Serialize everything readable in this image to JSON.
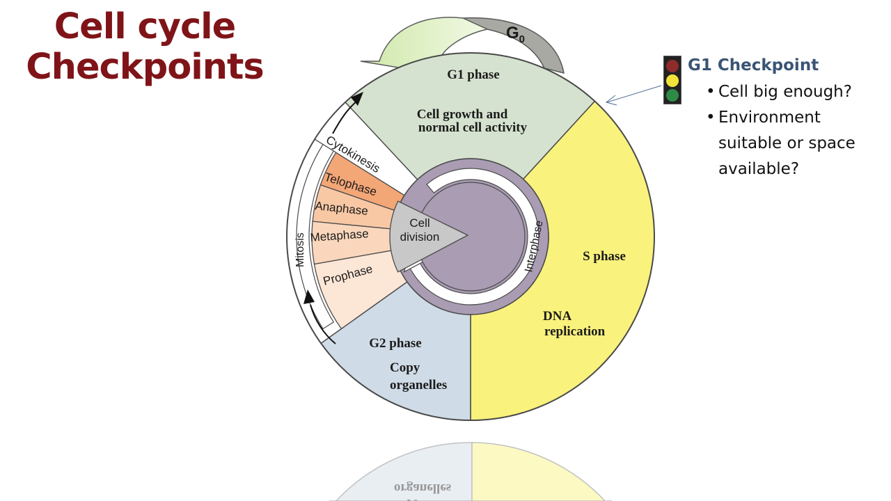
{
  "slide": {
    "title_lines": [
      "Cell cycle",
      "Checkpoints"
    ],
    "title_color": "#7f1418"
  },
  "diagram": {
    "g0_label": "G",
    "g0_subscript": "0",
    "phases": {
      "g1": {
        "title": "G1 phase",
        "desc_lines": [
          "Cell growth and",
          "normal cell activity"
        ],
        "color": "#d5e2cf"
      },
      "s": {
        "title": "S phase",
        "desc_lines": [
          "DNA",
          "replication"
        ],
        "color": "#f9f27c"
      },
      "g2": {
        "title": "G2 phase",
        "desc_lines": [
          "Copy",
          "organelles"
        ],
        "color": "#cfdbe6"
      }
    },
    "mitosis_label": "Mitosis",
    "mitosis_stages": [
      {
        "label": "Cytokinesis",
        "color": "#ffffff"
      },
      {
        "label": "Telophase",
        "color": "#f3a676"
      },
      {
        "label": "Anaphase",
        "color": "#f8c8a4"
      },
      {
        "label": "Metaphase",
        "color": "#fad7bc"
      },
      {
        "label": "Prophase",
        "color": "#fce6d6"
      }
    ],
    "cell_division_lines": [
      "Cell",
      "division"
    ],
    "interphase_label": "Interphase",
    "colors": {
      "interphase_ring": "#a99cb3",
      "cell_division": "#c8c8c8",
      "outline": "#4a4a4a",
      "g0_arc": "#a7a9a2",
      "g0_arrow": "#e3f3c8"
    }
  },
  "checkpoint": {
    "title": "G1 Checkpoint",
    "title_color": "#3a5473",
    "bullets": [
      "Cell big enough?",
      "Environment suitable or space available?"
    ],
    "traffic_light": {
      "red": "#8e2b2b",
      "yellow": "#f2e33a",
      "green": "#2e8a47"
    }
  }
}
